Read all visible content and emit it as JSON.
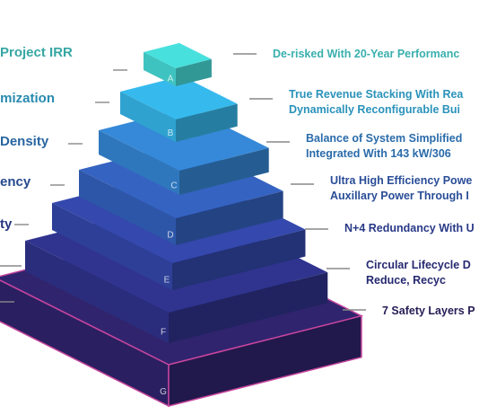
{
  "colors": {
    "A": "#3fc3c0",
    "B": "#2fa2cf",
    "C": "#2f77bd",
    "D": "#2e56a8",
    "E": "#2d3f96",
    "F": "#2a2d7c",
    "G": "#2a1f60",
    "g_edge": "#c6459e",
    "connector": "#888888"
  },
  "pyramid": {
    "layers": [
      {
        "letter": "A",
        "left_text": "r Project IRR",
        "right_lines": [
          "De-risked With 20-Year Performanc"
        ]
      },
      {
        "letter": "B",
        "left_text": "imization",
        "right_lines": [
          "True Revenue Stacking With Rea",
          "Dynamically Reconfigurable Bui"
        ]
      },
      {
        "letter": "C",
        "left_text": "Density",
        "right_lines": [
          "Balance of System Simplified",
          "Integrated With 143 kW/306"
        ]
      },
      {
        "letter": "D",
        "left_text": "ency",
        "right_lines": [
          "Ultra High Efficiency Powe",
          "Auxillary Power Through I"
        ]
      },
      {
        "letter": "E",
        "left_text": "ty",
        "right_lines": [
          "N+4 Redundancy With U"
        ]
      },
      {
        "letter": "F",
        "left_text": "",
        "right_lines": [
          "Circular Lifecycle D",
          "Reduce, Recyc"
        ]
      },
      {
        "letter": "G",
        "left_text": "",
        "right_lines": [
          "7 Safety Layers P"
        ]
      }
    ]
  }
}
